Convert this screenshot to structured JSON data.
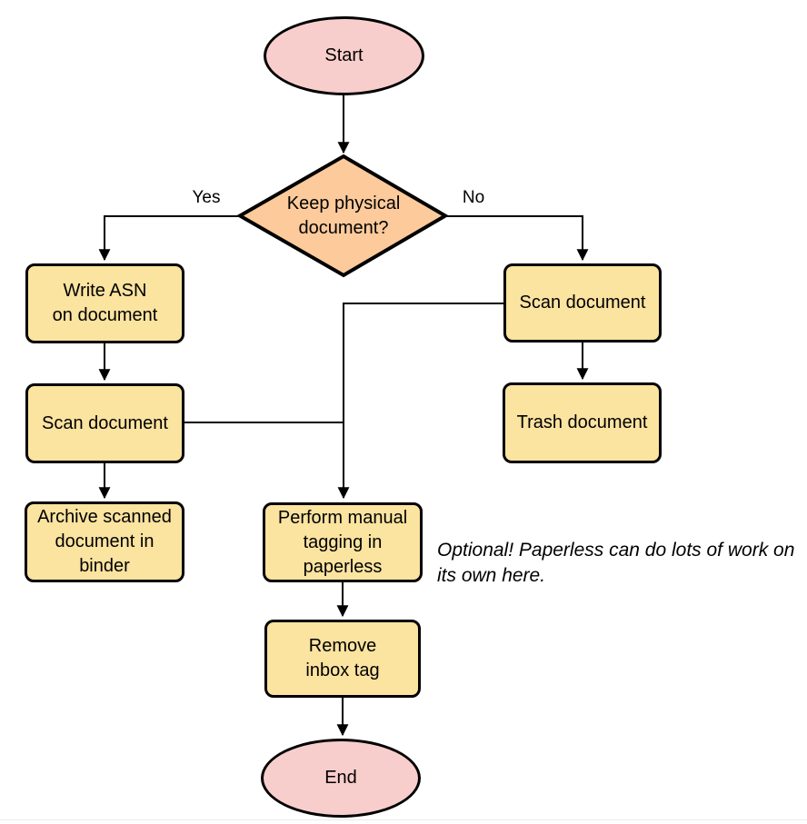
{
  "diagram": {
    "type": "flowchart",
    "nodes": {
      "start": {
        "shape": "terminator",
        "label": "Start"
      },
      "decision": {
        "shape": "decision",
        "label": "Keep physical\ndocument?"
      },
      "write_asn": {
        "shape": "process",
        "label": "Write ASN\non document"
      },
      "scan_left": {
        "shape": "process",
        "label": "Scan document"
      },
      "archive": {
        "shape": "process",
        "label": "Archive scanned\ndocument in\nbinder"
      },
      "scan_right": {
        "shape": "process",
        "label": "Scan document"
      },
      "trash": {
        "shape": "process",
        "label": "Trash document"
      },
      "perform_tagging": {
        "shape": "process",
        "label": "Perform manual\ntagging in\npaperless"
      },
      "remove_inbox_tag": {
        "shape": "process",
        "label": "Remove\ninbox tag"
      },
      "end": {
        "shape": "terminator",
        "label": "End"
      }
    },
    "edge_labels": {
      "yes": "Yes",
      "no": "No"
    },
    "note": {
      "text": "Optional! Paperless can do lots of work on\nits own here."
    },
    "colors": {
      "terminator_fill": "#f8cecc",
      "decision_fill": "#fcca9b",
      "process_fill": "#fbe3a0",
      "stroke": "#000000",
      "text": "#000000",
      "footer_line": "#ebebeb"
    }
  }
}
